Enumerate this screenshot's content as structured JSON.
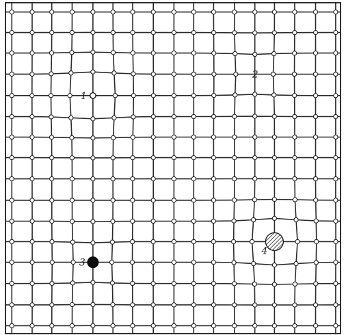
{
  "figure": {
    "grid_columns": 17,
    "grid_rows": 16,
    "defects": [
      {
        "id": "defect-1",
        "label": "1",
        "kind": "vacancy-small-open-circle"
      },
      {
        "id": "defect-2",
        "label": "2",
        "kind": "missing-lattice-site"
      },
      {
        "id": "defect-3",
        "label": "3",
        "kind": "black-filled-circle"
      },
      {
        "id": "defect-4",
        "label": "4",
        "kind": "hatched-large-circle"
      }
    ],
    "colors": {
      "background": "#ffffff",
      "lines": "#2a2a2a",
      "black_defect": "#0d0d0d"
    }
  }
}
